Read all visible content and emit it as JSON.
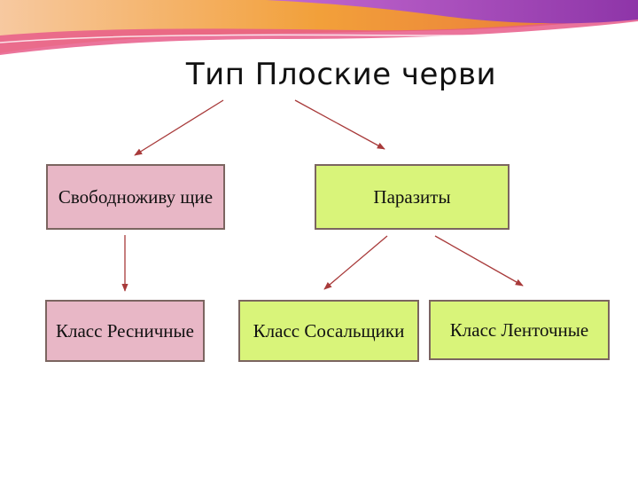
{
  "title": "Тип Плоские черви",
  "nodes": {
    "free_living": {
      "label": "Свободноживу щие",
      "color": "#e8b7c6"
    },
    "parasites": {
      "label": "Паразиты",
      "color": "#d9f47a"
    },
    "class_turbellaria": {
      "label": "Класс Ресничные",
      "color": "#e8b7c6"
    },
    "class_trematoda": {
      "label": "Класс Сосальщики",
      "color": "#d9f47a"
    },
    "class_cestoda": {
      "label": "Класс Ленточные",
      "color": "#d9f47a"
    }
  },
  "edges": [
    {
      "from": "title",
      "to": "free_living"
    },
    {
      "from": "title",
      "to": "parasites"
    },
    {
      "from": "free_living",
      "to": "class_turbellaria"
    },
    {
      "from": "parasites",
      "to": "class_trematoda"
    },
    {
      "from": "parasites",
      "to": "class_cestoda"
    }
  ],
  "colors": {
    "arrow": "#a83a3a",
    "banner_purple": "#9b3fb0",
    "banner_orange": "#f2a03a",
    "banner_pink": "#e85c8a"
  }
}
